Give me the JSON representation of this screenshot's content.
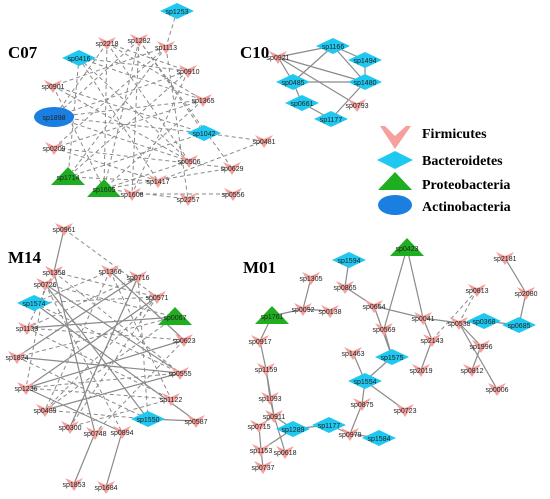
{
  "modules": [
    {
      "id": "C07",
      "label": "C07"
    },
    {
      "id": "C10",
      "label": "C10"
    },
    {
      "id": "M14",
      "label": "M14"
    },
    {
      "id": "M01",
      "label": "M01"
    }
  ],
  "legend": [
    {
      "label": "Firmicutes",
      "shape": "chevron-down",
      "color": "#f4a09c"
    },
    {
      "label": "Bacteroidetes",
      "shape": "diamond",
      "color": "#1ec8f0"
    },
    {
      "label": "Proteobacteria",
      "shape": "triangle-up",
      "color": "#1fae1f"
    },
    {
      "label": "Actinobacteria",
      "shape": "ellipse",
      "color": "#1a7fe0"
    }
  ],
  "colors": {
    "Firmicutes": "#f4a09c",
    "Bacteroidetes": "#1ec8f0",
    "Proteobacteria": "#1fae1f",
    "Actinobacteria": "#1a7fe0",
    "edge_positive": "#8a8a8a",
    "edge_dashed": "#8a8a8a"
  },
  "nodes": [
    {
      "id": "sp1253",
      "label": "sp1253",
      "phylum": "Bacteroidetes",
      "module": "C07"
    },
    {
      "id": "sp2218",
      "label": "sp2218",
      "phylum": "Firmicutes",
      "module": "C07"
    },
    {
      "id": "sp1282",
      "label": "sp1282",
      "phylum": "Firmicutes",
      "module": "C07"
    },
    {
      "id": "sp1113",
      "label": "sp1113",
      "phylum": "Firmicutes",
      "module": "C07"
    },
    {
      "id": "sp0416",
      "label": "sp0416",
      "phylum": "Bacteroidetes",
      "module": "C07"
    },
    {
      "id": "sp0910",
      "label": "sp0910",
      "phylum": "Firmicutes",
      "module": "C07"
    },
    {
      "id": "sp0901",
      "label": "sp0901",
      "phylum": "Firmicutes",
      "module": "C07"
    },
    {
      "id": "sp1365",
      "label": "sp1365",
      "phylum": "Firmicutes",
      "module": "C07"
    },
    {
      "id": "sp1898",
      "label": "sp1898",
      "phylum": "Actinobacteria",
      "module": "C07"
    },
    {
      "id": "sp1042",
      "label": "sp1042",
      "phylum": "Bacteroidetes",
      "module": "C07"
    },
    {
      "id": "sp0481",
      "label": "sp0481",
      "phylum": "Firmicutes",
      "module": "C07"
    },
    {
      "id": "sp0209",
      "label": "sp0209",
      "phylum": "Firmicutes",
      "module": "C07"
    },
    {
      "id": "sp0506",
      "label": "sp0506",
      "phylum": "Firmicutes",
      "module": "C07"
    },
    {
      "id": "sp0629",
      "label": "sp0629",
      "phylum": "Firmicutes",
      "module": "C07"
    },
    {
      "id": "sp1714",
      "label": "sp1714",
      "phylum": "Proteobacteria",
      "module": "C07"
    },
    {
      "id": "sp1605",
      "label": "sp1605",
      "phylum": "Proteobacteria",
      "module": "C07"
    },
    {
      "id": "sp1417",
      "label": "sp1417",
      "phylum": "Firmicutes",
      "module": "C07"
    },
    {
      "id": "sp1608",
      "label": "sp1608",
      "phylum": "Firmicutes",
      "module": "C07"
    },
    {
      "id": "sp2257",
      "label": "sp2257",
      "phylum": "Firmicutes",
      "module": "C07"
    },
    {
      "id": "sp0556",
      "label": "sp0556",
      "phylum": "Firmicutes",
      "module": "C07"
    },
    {
      "id": "sp0921",
      "label": "sp0921",
      "phylum": "Firmicutes",
      "module": "C10"
    },
    {
      "id": "sp1166",
      "label": "sp1166",
      "phylum": "Bacteroidetes",
      "module": "C10"
    },
    {
      "id": "sp1494",
      "label": "sp1494",
      "phylum": "Bacteroidetes",
      "module": "C10"
    },
    {
      "id": "sp0485",
      "label": "sp0485",
      "phylum": "Bacteroidetes",
      "module": "C10"
    },
    {
      "id": "sp1480",
      "label": "sp1480",
      "phylum": "Bacteroidetes",
      "module": "C10"
    },
    {
      "id": "sp0661",
      "label": "sp0661",
      "phylum": "Bacteroidetes",
      "module": "C10"
    },
    {
      "id": "sp0793",
      "label": "sp0793",
      "phylum": "Firmicutes",
      "module": "C10"
    },
    {
      "id": "sp1177c",
      "label": "sp1177",
      "phylum": "Bacteroidetes",
      "module": "C10"
    },
    {
      "id": "sp0961",
      "label": "sp0961",
      "phylum": "Firmicutes",
      "module": "M14"
    },
    {
      "id": "sp1358",
      "label": "sp1358",
      "phylum": "Firmicutes",
      "module": "M14"
    },
    {
      "id": "sp1366",
      "label": "sp1366",
      "phylum": "Firmicutes",
      "module": "M14"
    },
    {
      "id": "sp0726",
      "label": "sp0726",
      "phylum": "Firmicutes",
      "module": "M14"
    },
    {
      "id": "sp0716",
      "label": "sp0716",
      "phylum": "Firmicutes",
      "module": "M14"
    },
    {
      "id": "sp1574",
      "label": "sp1574",
      "phylum": "Bacteroidetes",
      "module": "M14"
    },
    {
      "id": "sp0571",
      "label": "sp0571",
      "phylum": "Firmicutes",
      "module": "M14"
    },
    {
      "id": "sp0067",
      "label": "sp0067",
      "phylum": "Proteobacteria",
      "module": "M14"
    },
    {
      "id": "sp1133",
      "label": "sp1133",
      "phylum": "Firmicutes",
      "module": "M14"
    },
    {
      "id": "sp0623",
      "label": "sp0623",
      "phylum": "Firmicutes",
      "module": "M14"
    },
    {
      "id": "sp1824",
      "label": "sp1824",
      "phylum": "Firmicutes",
      "module": "M14"
    },
    {
      "id": "sp0555",
      "label": "sp0555",
      "phylum": "Firmicutes",
      "module": "M14"
    },
    {
      "id": "sp1236",
      "label": "sp1236",
      "phylum": "Firmicutes",
      "module": "M14"
    },
    {
      "id": "sp1122",
      "label": "sp1122",
      "phylum": "Firmicutes",
      "module": "M14"
    },
    {
      "id": "sp0489",
      "label": "sp0489",
      "phylum": "Firmicutes",
      "module": "M14"
    },
    {
      "id": "sp1550",
      "label": "sp1550",
      "phylum": "Bacteroidetes",
      "module": "M14"
    },
    {
      "id": "sp0587",
      "label": "sp0587",
      "phylum": "Firmicutes",
      "module": "M14"
    },
    {
      "id": "sp0300",
      "label": "sp0300",
      "phylum": "Firmicutes",
      "module": "M14"
    },
    {
      "id": "sp0748",
      "label": "sp0748",
      "phylum": "Firmicutes",
      "module": "M14"
    },
    {
      "id": "sp0894",
      "label": "sp0894",
      "phylum": "Firmicutes",
      "module": "M14"
    },
    {
      "id": "sp1853",
      "label": "sp1853",
      "phylum": "Firmicutes",
      "module": "M14"
    },
    {
      "id": "sp1684",
      "label": "sp1684",
      "phylum": "Firmicutes",
      "module": "M14"
    },
    {
      "id": "sp1594",
      "label": "sp1594",
      "phylum": "Bacteroidetes",
      "module": "M01"
    },
    {
      "id": "sp0423",
      "label": "sp0423",
      "phylum": "Proteobacteria",
      "module": "M01"
    },
    {
      "id": "sp2181",
      "label": "sp2181",
      "phylum": "Firmicutes",
      "module": "M01"
    },
    {
      "id": "sp1305",
      "label": "sp1305",
      "phylum": "Firmicutes",
      "module": "M01"
    },
    {
      "id": "sp0865",
      "label": "sp0865",
      "phylum": "Firmicutes",
      "module": "M01"
    },
    {
      "id": "sp0813",
      "label": "sp0813",
      "phylum": "Firmicutes",
      "module": "M01"
    },
    {
      "id": "sp2080",
      "label": "sp2080",
      "phylum": "Firmicutes",
      "module": "M01"
    },
    {
      "id": "sp0654",
      "label": "sp0654",
      "phylum": "Firmicutes",
      "module": "M01"
    },
    {
      "id": "sp0041",
      "label": "sp0041",
      "phylum": "Firmicutes",
      "module": "M01"
    },
    {
      "id": "sp0569",
      "label": "sp0569",
      "phylum": "Firmicutes",
      "module": "M01"
    },
    {
      "id": "sp0538",
      "label": "sp0538",
      "phylum": "Firmicutes",
      "module": "M01"
    },
    {
      "id": "sp0368",
      "label": "sp0368",
      "phylum": "Bacteroidetes",
      "module": "M01"
    },
    {
      "id": "sp0685",
      "label": "sp0685",
      "phylum": "Bacteroidetes",
      "module": "M01"
    },
    {
      "id": "sp1761",
      "label": "sp1761",
      "phylum": "Proteobacteria",
      "module": "M01"
    },
    {
      "id": "sp0092",
      "label": "sp0092",
      "phylum": "Firmicutes",
      "module": "M01"
    },
    {
      "id": "sp0138",
      "label": "sp0138",
      "phylum": "Firmicutes",
      "module": "M01"
    },
    {
      "id": "sp2143",
      "label": "sp2143",
      "phylum": "Firmicutes",
      "module": "M01"
    },
    {
      "id": "sp1996",
      "label": "sp1996",
      "phylum": "Firmicutes",
      "module": "M01"
    },
    {
      "id": "sp1463",
      "label": "sp1463",
      "phylum": "Firmicutes",
      "module": "M01"
    },
    {
      "id": "sp1575",
      "label": "sp1575",
      "phylum": "Bacteroidetes",
      "module": "M01"
    },
    {
      "id": "sp0917",
      "label": "sp0917",
      "phylum": "Firmicutes",
      "module": "M01"
    },
    {
      "id": "sp2019",
      "label": "sp2019",
      "phylum": "Firmicutes",
      "module": "M01"
    },
    {
      "id": "sp0812",
      "label": "sp0812",
      "phylum": "Firmicutes",
      "module": "M01"
    },
    {
      "id": "sp1554",
      "label": "sp1554",
      "phylum": "Bacteroidetes",
      "module": "M01"
    },
    {
      "id": "sp0006",
      "label": "sp0006",
      "phylum": "Firmicutes",
      "module": "M01"
    },
    {
      "id": "sp1159",
      "label": "sp1159",
      "phylum": "Firmicutes",
      "module": "M01"
    },
    {
      "id": "sp0875",
      "label": "sp0875",
      "phylum": "Firmicutes",
      "module": "M01"
    },
    {
      "id": "sp0723",
      "label": "sp0723",
      "phylum": "Firmicutes",
      "module": "M01"
    },
    {
      "id": "sp1093",
      "label": "sp1093",
      "phylum": "Firmicutes",
      "module": "M01"
    },
    {
      "id": "sp0911",
      "label": "sp0911",
      "phylum": "Firmicutes",
      "module": "M01"
    },
    {
      "id": "sp0979",
      "label": "sp0979",
      "phylum": "Firmicutes",
      "module": "M01"
    },
    {
      "id": "sp0715",
      "label": "sp0715",
      "phylum": "Firmicutes",
      "module": "M01"
    },
    {
      "id": "sp1289",
      "label": "sp1289",
      "phylum": "Bacteroidetes",
      "module": "M01"
    },
    {
      "id": "sp1177",
      "label": "sp1177",
      "phylum": "Bacteroidetes",
      "module": "M01"
    },
    {
      "id": "sp1584",
      "label": "sp1584",
      "phylum": "Bacteroidetes",
      "module": "M01"
    },
    {
      "id": "sp1153",
      "label": "sp1153",
      "phylum": "Firmicutes",
      "module": "M01"
    },
    {
      "id": "sp0618",
      "label": "sp0618",
      "phylum": "Firmicutes",
      "module": "M01"
    },
    {
      "id": "sp0737",
      "label": "sp0737",
      "phylum": "Firmicutes",
      "module": "M01"
    }
  ],
  "edges": [
    [
      "sp1253",
      "sp1113",
      1
    ],
    [
      "sp2218",
      "sp0910",
      1
    ],
    [
      "sp2218",
      "sp1365",
      1
    ],
    [
      "sp2218",
      "sp0506",
      1
    ],
    [
      "sp2218",
      "sp1605",
      1
    ],
    [
      "sp1282",
      "sp1898",
      1
    ],
    [
      "sp1282",
      "sp1042",
      1
    ],
    [
      "sp1282",
      "sp1608",
      1
    ],
    [
      "sp1282",
      "sp0629",
      1
    ],
    [
      "sp1113",
      "sp0901",
      1
    ],
    [
      "sp1113",
      "sp1714",
      1
    ],
    [
      "sp1113",
      "sp2257",
      1
    ],
    [
      "sp0416",
      "sp0910",
      1
    ],
    [
      "sp0416",
      "sp1365",
      1
    ],
    [
      "sp0416",
      "sp1417",
      1
    ],
    [
      "sp0416",
      "sp0506",
      1
    ],
    [
      "sp0910",
      "sp1898",
      1
    ],
    [
      "sp0910",
      "sp1714",
      1
    ],
    [
      "sp0910",
      "sp1608",
      1
    ],
    [
      "sp0901",
      "sp1042",
      1
    ],
    [
      "sp0901",
      "sp1605",
      1
    ],
    [
      "sp0901",
      "sp0506",
      1
    ],
    [
      "sp1365",
      "sp1898",
      1
    ],
    [
      "sp1365",
      "sp0209",
      1
    ],
    [
      "sp1365",
      "sp1605",
      1
    ],
    [
      "sp1898",
      "sp1042",
      1
    ],
    [
      "sp1898",
      "sp0506",
      1
    ],
    [
      "sp1042",
      "sp0481",
      1
    ],
    [
      "sp1042",
      "sp1714",
      1
    ],
    [
      "sp0209",
      "sp0629",
      1
    ],
    [
      "sp0209",
      "sp1417",
      1
    ],
    [
      "sp0506",
      "sp1605",
      1
    ],
    [
      "sp1714",
      "sp1417",
      1
    ],
    [
      "sp1605",
      "sp0629",
      1
    ],
    [
      "sp1605",
      "sp2257",
      1
    ],
    [
      "sp1608",
      "sp0556",
      1
    ],
    [
      "sp1417",
      "sp0481",
      1
    ],
    [
      "sp0416",
      "sp1714",
      1
    ],
    [
      "sp2218",
      "sp1898",
      1
    ],
    [
      "sp1282",
      "sp1605",
      1
    ],
    [
      "sp1113",
      "sp0209",
      1
    ],
    [
      "sp0921",
      "sp1166",
      0
    ],
    [
      "sp0921",
      "sp1480",
      0
    ],
    [
      "sp0921",
      "sp0485",
      0
    ],
    [
      "sp0921",
      "sp0793",
      0
    ],
    [
      "sp1166",
      "sp1494",
      0
    ],
    [
      "sp1166",
      "sp0485",
      0
    ],
    [
      "sp0485",
      "sp1480",
      0
    ],
    [
      "sp0485",
      "sp0661",
      0
    ],
    [
      "sp0661",
      "sp1177c",
      0
    ],
    [
      "sp1480",
      "sp1177c",
      0
    ],
    [
      "sp1494",
      "sp1480",
      0
    ],
    [
      "sp1166",
      "sp1480",
      0
    ],
    [
      "sp0961",
      "sp1358",
      0
    ],
    [
      "sp1358",
      "sp0748",
      0
    ],
    [
      "sp1358",
      "sp0555",
      1
    ],
    [
      "sp1358",
      "sp1133",
      1
    ],
    [
      "sp1358",
      "sp0571",
      1
    ],
    [
      "sp1366",
      "sp0489",
      1
    ],
    [
      "sp1366",
      "sp1122",
      1
    ],
    [
      "sp1366",
      "sp0623",
      0
    ],
    [
      "sp1366",
      "sp1574",
      1
    ],
    [
      "sp0726",
      "sp0555",
      0
    ],
    [
      "sp0726",
      "sp0894",
      1
    ],
    [
      "sp0726",
      "sp0067",
      1
    ],
    [
      "sp0726",
      "sp1236",
      1
    ],
    [
      "sp0716",
      "sp1824",
      0
    ],
    [
      "sp0716",
      "sp1550",
      1
    ],
    [
      "sp0716",
      "sp0300",
      0
    ],
    [
      "sp0716",
      "sp1133",
      1
    ],
    [
      "sp1574",
      "sp0555",
      1
    ],
    [
      "sp1574",
      "sp0587",
      0
    ],
    [
      "sp1574",
      "sp0571",
      1
    ],
    [
      "sp0571",
      "sp1236",
      0
    ],
    [
      "sp0571",
      "sp0300",
      1
    ],
    [
      "sp0571",
      "sp0489",
      1
    ],
    [
      "sp0067",
      "sp1133",
      0
    ],
    [
      "sp0067",
      "sp0489",
      1
    ],
    [
      "sp0067",
      "sp1824",
      1
    ],
    [
      "sp1133",
      "sp0623",
      1
    ],
    [
      "sp1133",
      "sp1122",
      1
    ],
    [
      "sp0623",
      "sp1236",
      0
    ],
    [
      "sp0623",
      "sp0748",
      1
    ],
    [
      "sp1824",
      "sp0555",
      0
    ],
    [
      "sp1824",
      "sp1550",
      1
    ],
    [
      "sp0555",
      "sp0489",
      0
    ],
    [
      "sp0555",
      "sp1236",
      1
    ],
    [
      "sp1236",
      "sp1122",
      1
    ],
    [
      "sp1236",
      "sp0894",
      0
    ],
    [
      "sp1122",
      "sp0300",
      1
    ],
    [
      "sp0489",
      "sp1550",
      1
    ],
    [
      "sp1550",
      "sp0587",
      0
    ],
    [
      "sp0748",
      "sp1853",
      0
    ],
    [
      "sp0894",
      "sp1684",
      0
    ],
    [
      "sp0300",
      "sp0716",
      1
    ],
    [
      "sp0961",
      "sp0571",
      1
    ],
    [
      "sp0726",
      "sp1550",
      0
    ],
    [
      "sp0423",
      "sp0041",
      0
    ],
    [
      "sp0423",
      "sp0569",
      0
    ],
    [
      "sp2181",
      "sp2080",
      0
    ],
    [
      "sp2080",
      "sp0685",
      0
    ],
    [
      "sp0685",
      "sp0368",
      0
    ],
    [
      "sp0368",
      "sp0538",
      0
    ],
    [
      "sp0813",
      "sp0538",
      1
    ],
    [
      "sp0813",
      "sp2143",
      1
    ],
    [
      "sp0041",
      "sp2143",
      0
    ],
    [
      "sp0041",
      "sp0538",
      0
    ],
    [
      "sp0538",
      "sp1996",
      0
    ],
    [
      "sp1996",
      "sp0812",
      0
    ],
    [
      "sp0538",
      "sp0006",
      0
    ],
    [
      "sp2143",
      "sp2019",
      0
    ],
    [
      "sp0569",
      "sp1575",
      0
    ],
    [
      "sp0654",
      "sp1575",
      0
    ],
    [
      "sp1594",
      "sp0865",
      0
    ],
    [
      "sp0865",
      "sp0654",
      0
    ],
    [
      "sp0654",
      "sp0041",
      0
    ],
    [
      "sp1575",
      "sp1554",
      0
    ],
    [
      "sp1463",
      "sp1554",
      0
    ],
    [
      "sp1554",
      "sp0875",
      0
    ],
    [
      "sp1554",
      "sp0723",
      0
    ],
    [
      "sp0875",
      "sp0979",
      0
    ],
    [
      "sp0979",
      "sp1177",
      0
    ],
    [
      "sp1177",
      "sp1289",
      0
    ],
    [
      "sp1289",
      "sp0911",
      0
    ],
    [
      "sp0911",
      "sp1093",
      0
    ],
    [
      "sp1093",
      "sp1159",
      0
    ],
    [
      "sp1159",
      "sp0917",
      0
    ],
    [
      "sp0917",
      "sp1761",
      0
    ],
    [
      "sp1761",
      "sp0092",
      0
    ],
    [
      "sp0092",
      "sp1305",
      0
    ],
    [
      "sp0092",
      "sp0138",
      0
    ],
    [
      "sp0911",
      "sp0715",
      0
    ],
    [
      "sp0911",
      "sp0618",
      0
    ],
    [
      "sp0715",
      "sp1153",
      0
    ],
    [
      "sp1153",
      "sp0737",
      0
    ],
    [
      "sp1289",
      "sp1153",
      0
    ],
    [
      "sp0979",
      "sp1584",
      0
    ],
    [
      "sp0911",
      "sp1159",
      0
    ]
  ]
}
